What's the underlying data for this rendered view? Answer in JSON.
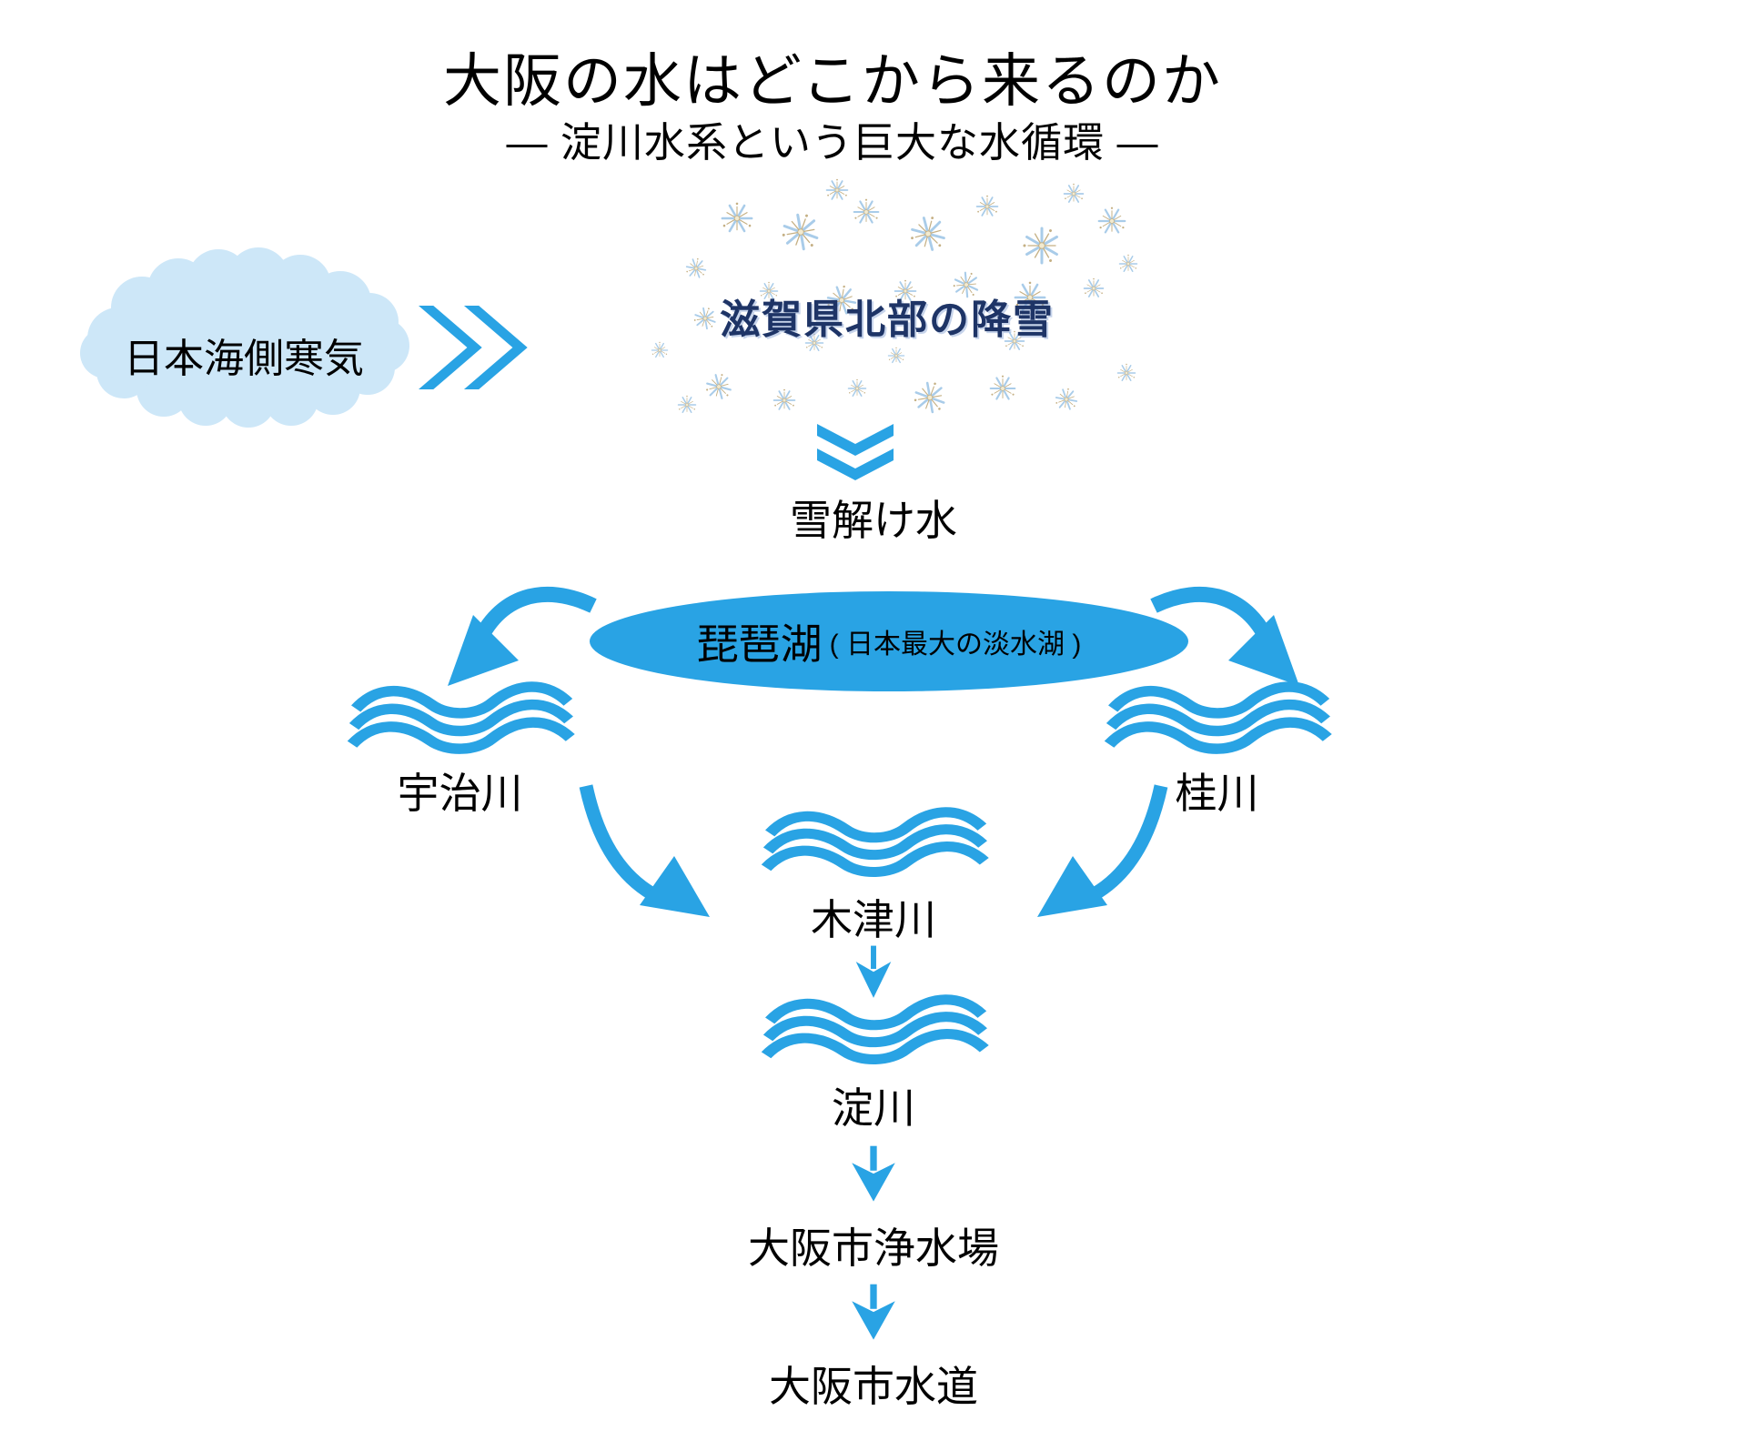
{
  "page": {
    "title": "大阪の水はどこから来るのか",
    "subtitle": "― 淀川水系という巨大な水循環 ―"
  },
  "flow": {
    "cold_air": {
      "label": "日本海側寒気"
    },
    "snowfall": {
      "label": "滋賀県北部の降雪"
    },
    "snowmelt": {
      "label": "雪解け水"
    },
    "lake_biwa": {
      "name": "琵琶湖",
      "note": "( 日本最大の淡水湖 )"
    },
    "uji_river": {
      "label": "宇治川"
    },
    "katsura_river": {
      "label": "桂川"
    },
    "kizu_river": {
      "label": "木津川"
    },
    "yodo_river": {
      "label": "淀川"
    },
    "purification_plant": {
      "label": "大阪市浄水場"
    },
    "waterworks": {
      "label": "大阪市水道"
    }
  },
  "icons": {
    "cloud": "cloud-shape",
    "snowflakes": "snowflake-cluster",
    "chevron_right": "double-chevron-right",
    "chevron_down": "double-chevron-down",
    "waves": "river-waves",
    "curved_arrow_out": "curved-arrow-from-lake",
    "curved_arrow_in": "curved-arrow-to-river",
    "down_arrow": "down-arrow"
  },
  "colors": {
    "accent_blue": "#29A3E4",
    "cloud_fill": "#CDE7F8",
    "snowfall_text": "#1E3466",
    "text": "#000000"
  }
}
